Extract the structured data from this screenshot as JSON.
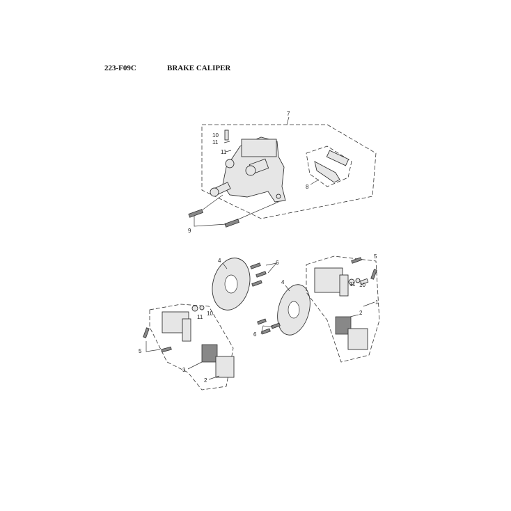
{
  "header": {
    "code": "223-F09C",
    "title": "BRAKE CALIPER"
  },
  "callouts": {
    "top": {
      "c7": "7",
      "c10": "10",
      "c11a": "11",
      "c11b": "11",
      "c8": "8",
      "c9": "9"
    },
    "disc_left": {
      "c4": "4",
      "c6": "6"
    },
    "disc_right": {
      "c4": "4",
      "c6": "6"
    },
    "right_caliper": {
      "c5": "5",
      "c11": "11",
      "c10": "10",
      "c1": "1",
      "c2": "2"
    },
    "left_caliper": {
      "c11": "11",
      "c10": "10",
      "c5": "5",
      "c3": "3",
      "c2": "2"
    }
  }
}
